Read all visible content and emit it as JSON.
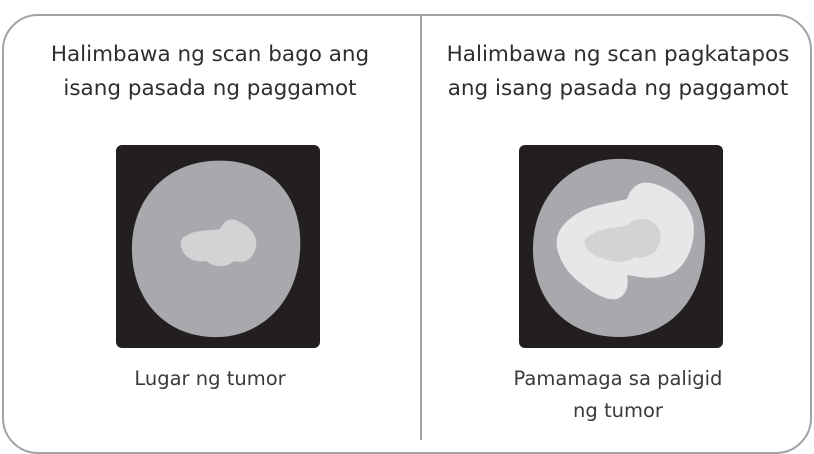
{
  "panels": [
    {
      "heading": [
        "Halimbawa ng scan bago ang",
        "isang pasada ng paggamot"
      ],
      "caption": [
        "Lugar ng tumor"
      ]
    },
    {
      "heading": [
        "Halimbawa ng scan pagkatapos",
        "ang isang pasada ng paggamot"
      ],
      "caption": [
        "Pamamaga sa paligid",
        "ng tumor"
      ]
    }
  ],
  "colors": {
    "border": "#a3a3a3",
    "scan_background": "#231f20",
    "brain": "#a7a9ac",
    "tumor": "#d1d3d4",
    "swelling": "#e6e7e8"
  }
}
